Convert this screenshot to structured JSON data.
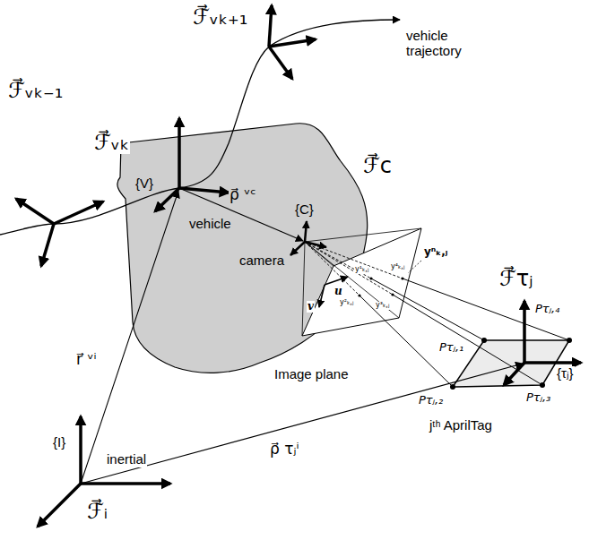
{
  "diagram": {
    "nodes": [
      {
        "text": [
          "{V}",
          "vehicle",
          "{C}",
          "camera"
        ]
      },
      {
        "text": [
          "Image plane",
          "u",
          "v",
          "y¹ₖ,ⱼ",
          "y²ₖ,ⱼ",
          "y³ₖ,ⱼ",
          "y⁴ₖ,ⱼ"
        ]
      },
      {
        "text": [
          "Pτⱼ,₁",
          "Pτⱼ,₂",
          "Pτⱼ,₃",
          "Pτⱼ,₄",
          "{τⱼ}",
          "jᵗʰ AprilTag"
        ]
      }
    ],
    "labels": [
      "ℱ⃗ᵥₖ₋₁",
      "ℱ⃗ᵥₖ",
      "ℱ⃗ᵥₖ₊₁",
      "vehicle trajectory",
      "ℱ⃗c",
      "ρ⃗ ᵛᶜ",
      "yⁿₖ,ⱼ",
      "r⃗ ᵛⁱ",
      "ℱ⃗τⱼ",
      "{I}",
      "inertial",
      "ℱ⃗ᵢ",
      "ρ⃗ τⱼⁱ"
    ]
  }
}
